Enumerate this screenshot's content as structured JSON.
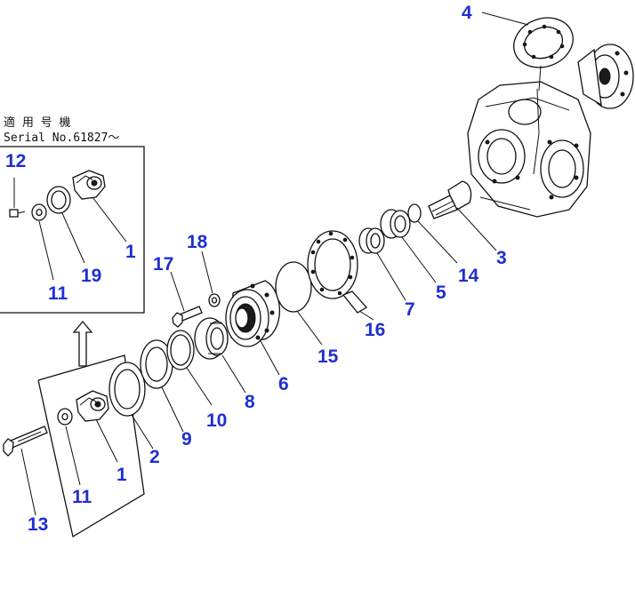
{
  "note": {
    "line1": "適 用 号 機",
    "line2": "Serial No.61827〜"
  },
  "callouts": [
    {
      "id": "c4",
      "text": "4"
    },
    {
      "id": "c12",
      "text": "12"
    },
    {
      "id": "c1a",
      "text": "1"
    },
    {
      "id": "c19",
      "text": "19"
    },
    {
      "id": "c11a",
      "text": "11"
    },
    {
      "id": "c18",
      "text": "18"
    },
    {
      "id": "c17",
      "text": "17"
    },
    {
      "id": "c3",
      "text": "3"
    },
    {
      "id": "c14",
      "text": "14"
    },
    {
      "id": "c5",
      "text": "5"
    },
    {
      "id": "c7",
      "text": "7"
    },
    {
      "id": "c16",
      "text": "16"
    },
    {
      "id": "c15",
      "text": "15"
    },
    {
      "id": "c6",
      "text": "6"
    },
    {
      "id": "c8",
      "text": "8"
    },
    {
      "id": "c10",
      "text": "10"
    },
    {
      "id": "c9",
      "text": "9"
    },
    {
      "id": "c2",
      "text": "2"
    },
    {
      "id": "c1b",
      "text": "1"
    },
    {
      "id": "c11b",
      "text": "11"
    },
    {
      "id": "c13",
      "text": "13"
    }
  ],
  "colors": {
    "callout": "#1f2fd0",
    "line": "#111111",
    "background": "#ffffff"
  }
}
